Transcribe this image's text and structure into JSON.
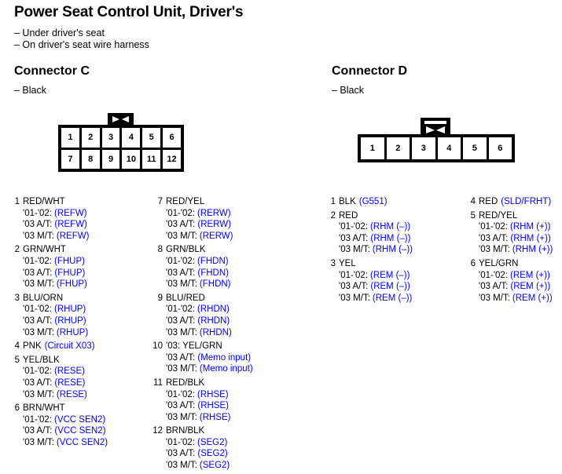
{
  "header": {
    "title": "Power Seat Control Unit, Driver's",
    "notes": [
      "– Under driver's seat",
      "– On driver's seat wire harness"
    ]
  },
  "colors": {
    "circuit_code": "#0000ff",
    "text": "#000000",
    "background": "#ffffff"
  },
  "connector_c": {
    "heading": "Connector C",
    "color_note": "– Black",
    "diagram": {
      "tab_icon": "bowtie-latch-icon",
      "rows": [
        [
          "1",
          "2",
          "3",
          "4",
          "5",
          "6"
        ],
        [
          "7",
          "8",
          "9",
          "10",
          "11",
          "12"
        ]
      ]
    },
    "pins_left": [
      {
        "num": "1",
        "wire": "RED/WHT",
        "inline": "",
        "variants": [
          {
            "label": "'01-'02:",
            "code": "(REFW)"
          },
          {
            "label": "'03 A/T:",
            "code": "(REFW)"
          },
          {
            "label": "'03 M/T:",
            "code": "(REFW)"
          }
        ]
      },
      {
        "num": "2",
        "wire": "GRN/WHT",
        "inline": "",
        "variants": [
          {
            "label": "'01-'02:",
            "code": "(FHUP)"
          },
          {
            "label": "'03 A/T:",
            "code": "(FHUP)"
          },
          {
            "label": "'03 M/T:",
            "code": "(FHUP)"
          }
        ]
      },
      {
        "num": "3",
        "wire": "BLU/ORN",
        "inline": "",
        "variants": [
          {
            "label": "'01-'02:",
            "code": "(RHUP)"
          },
          {
            "label": "'03 A/T:",
            "code": "(RHUP)"
          },
          {
            "label": "'03 M/T:",
            "code": "(RHUP)"
          }
        ]
      },
      {
        "num": "4",
        "wire": "PNK",
        "inline": "(Circuit X03)",
        "variants": []
      },
      {
        "num": "5",
        "wire": "YEL/BLK",
        "inline": "",
        "variants": [
          {
            "label": "'01-'02:",
            "code": "(RESE)"
          },
          {
            "label": "'03 A/T:",
            "code": "(RESE)"
          },
          {
            "label": "'03 M/T:",
            "code": "(RESE)"
          }
        ]
      },
      {
        "num": "6",
        "wire": "BRN/WHT",
        "inline": "",
        "variants": [
          {
            "label": "'01-'02:",
            "code": "(VCC SEN2)"
          },
          {
            "label": "'03 A/T:",
            "code": "(VCC SEN2)"
          },
          {
            "label": "'03 M/T:",
            "code": "(VCC SEN2)"
          }
        ]
      }
    ],
    "pins_right": [
      {
        "num": "7",
        "wire": "RED/YEL",
        "inline": "",
        "variants": [
          {
            "label": "'01-'02:",
            "code": "(RERW)"
          },
          {
            "label": "'03 A/T:",
            "code": "(RERW)"
          },
          {
            "label": "'03 M/T:",
            "code": "(RERW)"
          }
        ]
      },
      {
        "num": "8",
        "wire": "GRN/BLK",
        "inline": "",
        "variants": [
          {
            "label": "'01-'02:",
            "code": "(FHDN)"
          },
          {
            "label": "'03 A/T:",
            "code": "(FHDN)"
          },
          {
            "label": "'03 M/T:",
            "code": "(FHDN)"
          }
        ]
      },
      {
        "num": "9",
        "wire": "BLU/RED",
        "inline": "",
        "variants": [
          {
            "label": "'01-'02:",
            "code": "(RHDN)"
          },
          {
            "label": "'03 A/T:",
            "code": "(RHDN)"
          },
          {
            "label": "'03 M/T:",
            "code": "(RHDN)"
          }
        ]
      },
      {
        "num": "10",
        "wire": "'03: YEL/GRN",
        "inline": "",
        "variants": [
          {
            "label": "'03 A/T:",
            "code": "(Memo input)"
          },
          {
            "label": "'03 M/T:",
            "code": "(Memo input)"
          }
        ]
      },
      {
        "num": "11",
        "wire": "RED/BLK",
        "inline": "",
        "variants": [
          {
            "label": "'01-'02:",
            "code": "(RHSE)"
          },
          {
            "label": "'03 A/T:",
            "code": "(RHSE)"
          },
          {
            "label": "'03 M/T:",
            "code": "(RHSE)"
          }
        ]
      },
      {
        "num": "12",
        "wire": "BRN/BLK",
        "inline": "",
        "variants": [
          {
            "label": "'01-'02:",
            "code": "(SEG2)"
          },
          {
            "label": "'03 A/T:",
            "code": "(SEG2)"
          },
          {
            "label": "'03 M/T:",
            "code": "(SEG2)"
          }
        ]
      }
    ]
  },
  "connector_d": {
    "heading": "Connector D",
    "color_note": "– Black",
    "diagram": {
      "tab_icon": "bowtie-latch-icon",
      "rows": [
        [
          "1",
          "2",
          "3",
          "4",
          "5",
          "6"
        ]
      ]
    },
    "pins_left": [
      {
        "num": "1",
        "wire": "BLK",
        "inline": "(G551)",
        "variants": []
      },
      {
        "num": "2",
        "wire": "RED",
        "inline": "",
        "variants": [
          {
            "label": "'01-'02:",
            "code": "(RHM (–))"
          },
          {
            "label": "'03 A/T:",
            "code": "(RHM (–))"
          },
          {
            "label": "'03 M/T:",
            "code": "(RHM (–))"
          }
        ]
      },
      {
        "num": "3",
        "wire": "YEL",
        "inline": "",
        "variants": [
          {
            "label": "'01-'02:",
            "code": "(REM (–))"
          },
          {
            "label": "'03 A/T:",
            "code": "(REM (–))"
          },
          {
            "label": "'03 M/T:",
            "code": "(REM (–))"
          }
        ]
      }
    ],
    "pins_right": [
      {
        "num": "4",
        "wire": "RED",
        "inline": "(SLD/FRHT)",
        "variants": []
      },
      {
        "num": "5",
        "wire": "RED/YEL",
        "inline": "",
        "variants": [
          {
            "label": "'01-'02:",
            "code": "(RHM (+))"
          },
          {
            "label": "'03 A/T:",
            "code": "(RHM (+))"
          },
          {
            "label": "'03 M/T:",
            "code": "(RHM (+))"
          }
        ]
      },
      {
        "num": "6",
        "wire": "YEL/GRN",
        "inline": "",
        "variants": [
          {
            "label": "'01-'02:",
            "code": "(REM (+))"
          },
          {
            "label": "'03 A/T:",
            "code": "(REM (+))"
          },
          {
            "label": "'03 M/T:",
            "code": "(REM (+))"
          }
        ]
      }
    ]
  }
}
